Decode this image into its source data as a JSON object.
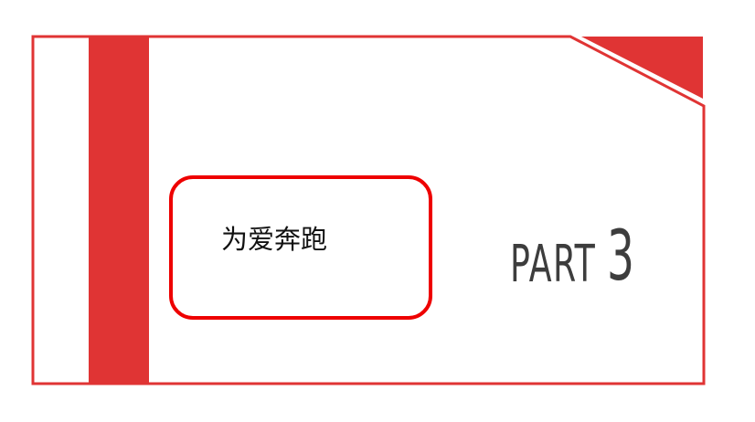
{
  "colors": {
    "accent": "#e03434",
    "box_border": "#ee0000",
    "text_dark": "#3d3d3d",
    "background": "#ffffff"
  },
  "title": "为爱奔跑",
  "part": {
    "label": "PART",
    "number": "3"
  }
}
